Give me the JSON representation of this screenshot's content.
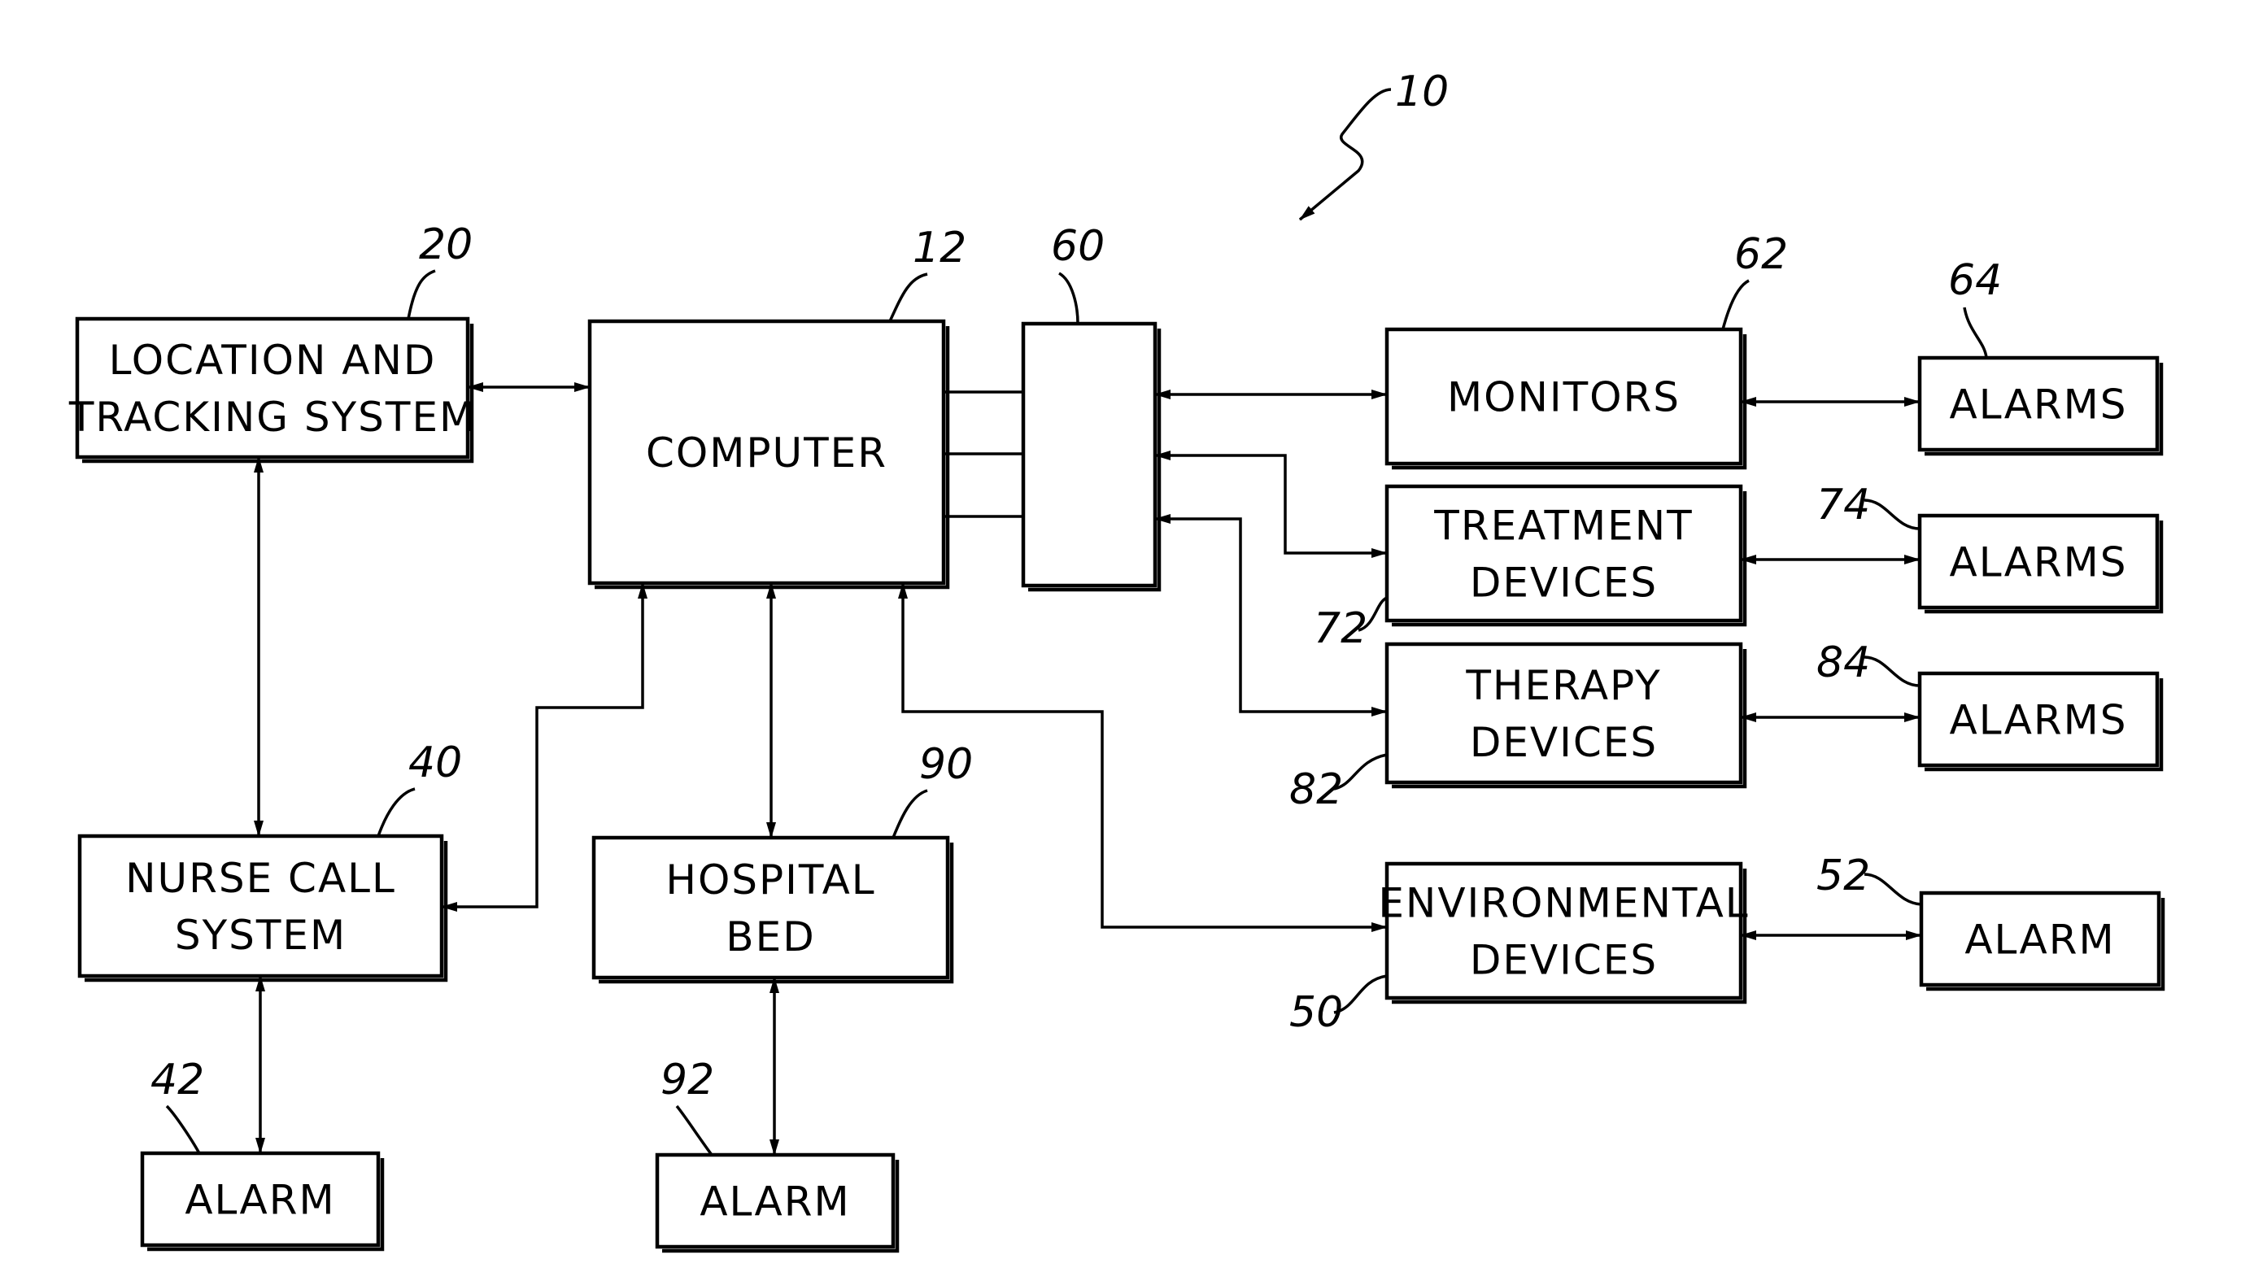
{
  "figure_ref": "10",
  "blocks": {
    "location": {
      "ref": "20",
      "lines": [
        "LOCATION  AND",
        "TRACKING  SYSTEM"
      ]
    },
    "computer": {
      "ref": "12",
      "lines": [
        "COMPUTER"
      ]
    },
    "interface": {
      "ref": "60",
      "lines": []
    },
    "monitors": {
      "ref": "62",
      "lines": [
        "MONITORS"
      ]
    },
    "treatment": {
      "ref": "72",
      "lines": [
        "TREATMENT",
        "DEVICES"
      ]
    },
    "therapy": {
      "ref": "82",
      "lines": [
        "THERAPY",
        "DEVICES"
      ]
    },
    "environmental": {
      "ref": "50",
      "lines": [
        "ENVIRONMENTAL",
        "DEVICES"
      ]
    },
    "alarms_monitors": {
      "ref": "64",
      "lines": [
        "ALARMS"
      ]
    },
    "alarms_treatment": {
      "ref": "74",
      "lines": [
        "ALARMS"
      ]
    },
    "alarms_therapy": {
      "ref": "84",
      "lines": [
        "ALARMS"
      ]
    },
    "alarm_env": {
      "ref": "52",
      "lines": [
        "ALARM"
      ]
    },
    "nurse_call": {
      "ref": "40",
      "lines": [
        "NURSE  CALL",
        "SYSTEM"
      ]
    },
    "hospital_bed": {
      "ref": "90",
      "lines": [
        "HOSPITAL",
        "BED"
      ]
    },
    "alarm_nurse": {
      "ref": "42",
      "lines": [
        "ALARM"
      ]
    },
    "alarm_bed": {
      "ref": "92",
      "lines": [
        "ALARM"
      ]
    }
  },
  "connections": [
    {
      "from": "location",
      "to": "computer",
      "direction": "both"
    },
    {
      "from": "location",
      "to": "nurse_call",
      "direction": "both"
    },
    {
      "from": "nurse_call",
      "to": "computer",
      "direction": "both"
    },
    {
      "from": "hospital_bed",
      "to": "computer",
      "direction": "both"
    },
    {
      "from": "environmental",
      "to": "computer",
      "direction": "both"
    },
    {
      "from": "computer",
      "to": "interface",
      "direction": "none"
    },
    {
      "from": "interface",
      "to": "monitors",
      "direction": "both"
    },
    {
      "from": "interface",
      "to": "treatment",
      "direction": "both"
    },
    {
      "from": "interface",
      "to": "therapy",
      "direction": "both"
    },
    {
      "from": "monitors",
      "to": "alarms_monitors",
      "direction": "both"
    },
    {
      "from": "treatment",
      "to": "alarms_treatment",
      "direction": "both"
    },
    {
      "from": "therapy",
      "to": "alarms_therapy",
      "direction": "both"
    },
    {
      "from": "environmental",
      "to": "alarm_env",
      "direction": "both"
    },
    {
      "from": "nurse_call",
      "to": "alarm_nurse",
      "direction": "both"
    },
    {
      "from": "hospital_bed",
      "to": "alarm_bed",
      "direction": "both"
    }
  ]
}
